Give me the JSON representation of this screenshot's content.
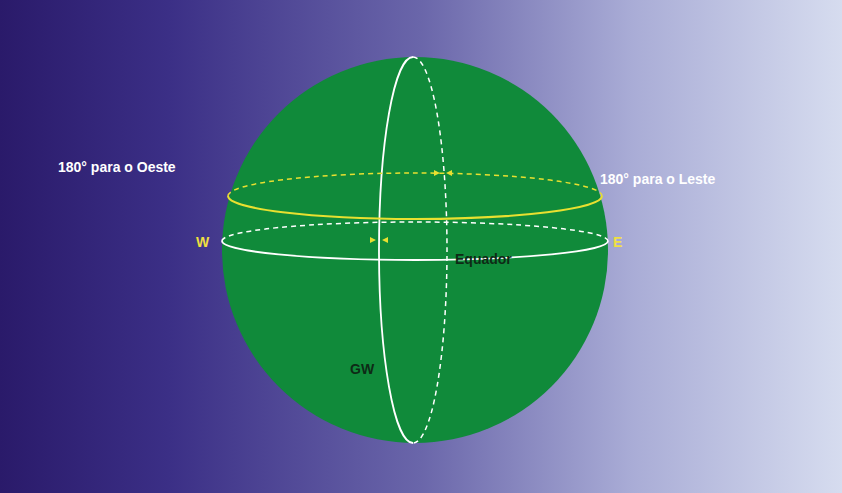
{
  "diagram": {
    "labels": [
      "180° para o Oeste",
      "180° para o Leste",
      "W",
      "E",
      "Equador",
      "GW"
    ]
  }
}
